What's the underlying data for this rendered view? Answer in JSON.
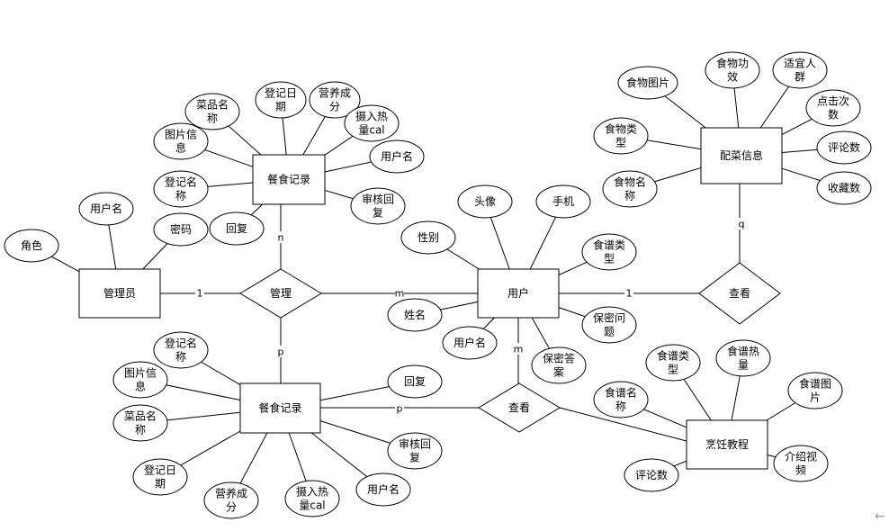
{
  "entities": [
    {
      "id": "admin",
      "label": "管理员"
    },
    {
      "id": "mealA",
      "label": "餐食记录"
    },
    {
      "id": "mealB",
      "label": "餐食记录"
    },
    {
      "id": "user",
      "label": "用户"
    },
    {
      "id": "menu",
      "label": "配菜信息"
    },
    {
      "id": "tutorial",
      "label": "烹饪教程"
    }
  ],
  "relationships": [
    {
      "id": "manage",
      "label": "管理"
    },
    {
      "id": "viewMenu",
      "label": "查看"
    },
    {
      "id": "viewTutorial",
      "label": "查看"
    }
  ],
  "attributes": [
    {
      "id": "a_role",
      "label": "角色"
    },
    {
      "id": "a_admin_user",
      "label": "用户名"
    },
    {
      "id": "a_admin_pwd",
      "label": "密码"
    },
    {
      "id": "ma_dish",
      "label": "菜品名\n称"
    },
    {
      "id": "ma_date",
      "label": "登记日\n期"
    },
    {
      "id": "ma_nutr",
      "label": "营养成\n分"
    },
    {
      "id": "ma_cal",
      "label": "摄入热\n量cal"
    },
    {
      "id": "ma_img",
      "label": "图片信\n息"
    },
    {
      "id": "ma_user",
      "label": "用户名"
    },
    {
      "id": "ma_regname",
      "label": "登记名\n称"
    },
    {
      "id": "ma_review",
      "label": "审核回\n复"
    },
    {
      "id": "ma_reply",
      "label": "回复"
    },
    {
      "id": "mb_regname",
      "label": "登记名\n称"
    },
    {
      "id": "mb_img",
      "label": "图片信\n息"
    },
    {
      "id": "mb_dish",
      "label": "菜品名\n称"
    },
    {
      "id": "mb_date",
      "label": "登记日\n期"
    },
    {
      "id": "mb_nutr",
      "label": "营养成\n分"
    },
    {
      "id": "mb_cal",
      "label": "摄入热\n量cal"
    },
    {
      "id": "mb_user",
      "label": "用户名"
    },
    {
      "id": "mb_review",
      "label": "审核回\n复"
    },
    {
      "id": "mb_reply",
      "label": "回复"
    },
    {
      "id": "u_avatar",
      "label": "头像"
    },
    {
      "id": "u_phone",
      "label": "手机"
    },
    {
      "id": "u_gender",
      "label": "性别"
    },
    {
      "id": "u_rtype",
      "label": "食谱类\n型"
    },
    {
      "id": "u_name",
      "label": "姓名"
    },
    {
      "id": "u_secq",
      "label": "保密问\n题"
    },
    {
      "id": "u_username",
      "label": "用户名"
    },
    {
      "id": "u_seca",
      "label": "保密答\n案"
    },
    {
      "id": "f_img",
      "label": "食物图片"
    },
    {
      "id": "f_effect",
      "label": "食物功\n效"
    },
    {
      "id": "f_crowd",
      "label": "适宜人\n群"
    },
    {
      "id": "f_clicks",
      "label": "点击次\n数"
    },
    {
      "id": "f_type",
      "label": "食物类\n型"
    },
    {
      "id": "f_comments",
      "label": "评论数"
    },
    {
      "id": "f_name",
      "label": "食物名\n称"
    },
    {
      "id": "f_fav",
      "label": "收藏数"
    },
    {
      "id": "t_rtype",
      "label": "食谱类\n型"
    },
    {
      "id": "t_heat",
      "label": "食谱热\n量"
    },
    {
      "id": "t_name",
      "label": "食谱名\n称"
    },
    {
      "id": "t_img",
      "label": "食谱图\n片"
    },
    {
      "id": "t_comments",
      "label": "评论数"
    },
    {
      "id": "t_video",
      "label": "介绍视\n频"
    }
  ],
  "cardinalities": [
    {
      "id": "c_admin",
      "label": "1"
    },
    {
      "id": "c_mealA",
      "label": "n"
    },
    {
      "id": "c_user_manage",
      "label": "m"
    },
    {
      "id": "c_mealB",
      "label": "p"
    },
    {
      "id": "c_user_view",
      "label": "1"
    },
    {
      "id": "c_menu",
      "label": "q"
    },
    {
      "id": "c_user_tut",
      "label": "m"
    },
    {
      "id": "c_mealB_tut",
      "label": "p"
    }
  ],
  "icons": {
    "corner": "back-arrow-icon",
    "corner_glyph": "←"
  }
}
